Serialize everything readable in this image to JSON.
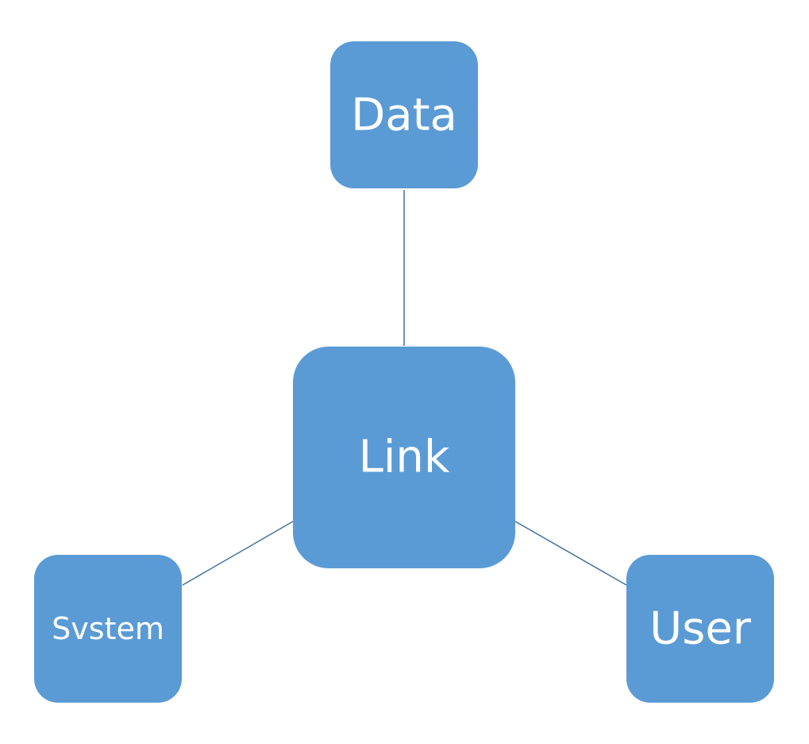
{
  "diagram": {
    "nodes": {
      "data": {
        "label": "Data"
      },
      "link": {
        "label": "Link"
      },
      "system": {
        "label": "Svstem"
      },
      "user": {
        "label": "User"
      }
    },
    "edges": [
      {
        "from": "link",
        "to": "data"
      },
      {
        "from": "link",
        "to": "system"
      },
      {
        "from": "link",
        "to": "user"
      }
    ],
    "colors": {
      "node_fill": "#5B9BD5",
      "connector": "#41719C",
      "label": "#FFFFFF"
    }
  }
}
